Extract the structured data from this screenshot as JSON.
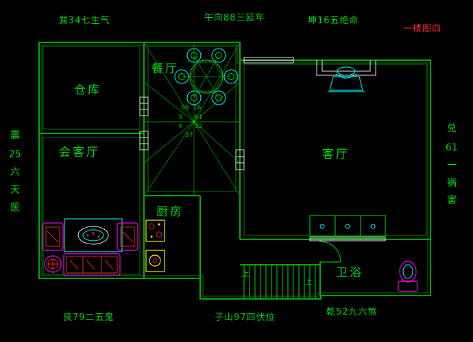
{
  "title": {
    "text": "一楼图四",
    "color": "#ff2b2b"
  },
  "compass": {
    "top_left": "巽34七生气",
    "top_center": "午向88三延年",
    "top_right": "坤16五绝命",
    "bottom_left": "艮79二五鬼",
    "bottom_center": "子山97四伏位",
    "bottom_right": "乾52九六煞",
    "left_chars": [
      "震",
      "25",
      "六",
      "天",
      "医"
    ],
    "right_chars": [
      "兑",
      "61",
      "一",
      "祸",
      "害"
    ]
  },
  "rooms": {
    "storage": "仓库",
    "dining": "餐厅",
    "reception": "会客厅",
    "kitchen": "厨房",
    "living": "客厅",
    "bath": "卫浴"
  },
  "center_numbers": [
    "89",
    "16",
    "3",
    "61",
    "4",
    "52",
    "97"
  ],
  "stairs": {
    "up": "上"
  },
  "colors": {
    "background": "#000000",
    "wall_green": "#00b400",
    "label_green": "#00dd00",
    "title_red": "#ff2b2b",
    "furniture_cyan": "#00e5e5",
    "furniture_magenta": "#ff00ff",
    "furniture_red": "#ff2222",
    "kitchen_yellow": "#ffff00",
    "window_white": "#ededed"
  }
}
